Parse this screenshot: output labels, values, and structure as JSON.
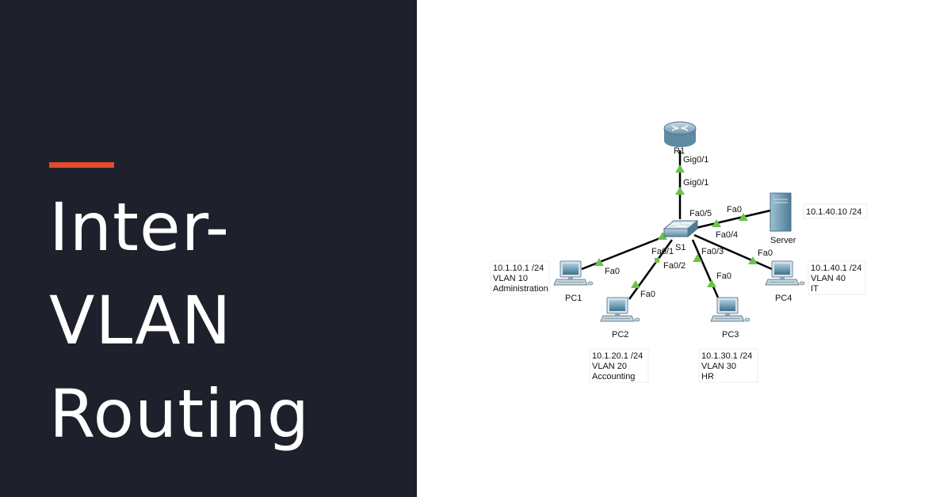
{
  "title": {
    "lines": [
      "Inter-",
      "VLAN",
      "Routing"
    ]
  },
  "colors": {
    "background_left": "#1e212b",
    "accent": "#e34b2c",
    "title_text": "#ffffff",
    "link": "#000000",
    "port_light": "#6cc24a"
  },
  "diagram": {
    "router": {
      "label": "R1",
      "icon": "router-icon"
    },
    "switch": {
      "label": "S1",
      "icon": "switch-icon"
    },
    "server": {
      "label": "Server",
      "icon": "server-icon"
    },
    "pcs": [
      {
        "label": "PC1",
        "icon": "pc-icon"
      },
      {
        "label": "PC2",
        "icon": "pc-icon"
      },
      {
        "label": "PC3",
        "icon": "pc-icon"
      },
      {
        "label": "PC4",
        "icon": "pc-icon"
      }
    ],
    "ports": {
      "router_gig": "Gig0/1",
      "switch_gig": "Gig0/1",
      "switch_fa01": "Fa0/1",
      "switch_fa02": "Fa0/2",
      "switch_fa03": "Fa0/3",
      "switch_fa04": "Fa0/4",
      "switch_fa05": "Fa0/5",
      "pc1_fa0": "Fa0",
      "pc2_fa0": "Fa0",
      "pc3_fa0": "Fa0",
      "pc4_fa0": "Fa0",
      "server_fa0": "Fa0"
    },
    "notes": {
      "pc1": [
        "10.1.10.1 /24",
        "VLAN 10",
        "Administration"
      ],
      "pc2": [
        "10.1.20.1 /24",
        "VLAN 20",
        "Accounting"
      ],
      "pc3": [
        "10.1.30.1 /24",
        "VLAN 30",
        "HR"
      ],
      "pc4": [
        "10.1.40.1 /24",
        "VLAN 40",
        "IT"
      ],
      "server": [
        "10.1.40.10 /24"
      ]
    }
  }
}
